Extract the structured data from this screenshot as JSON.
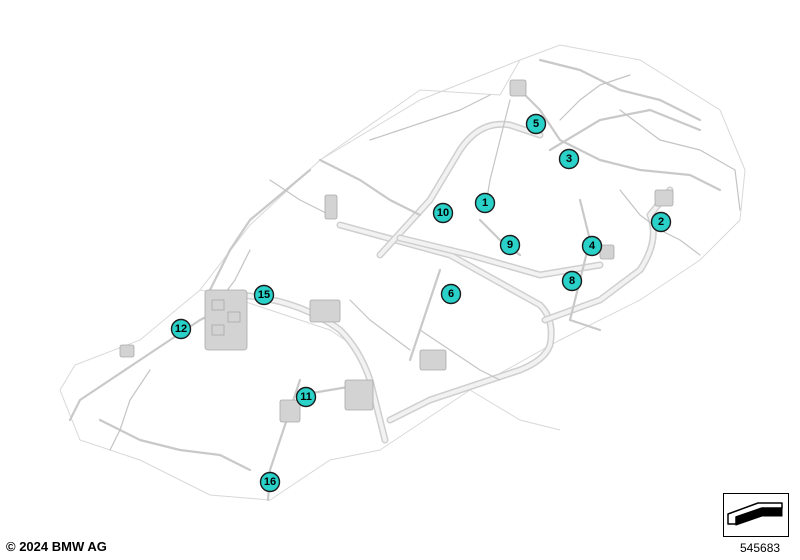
{
  "callouts": [
    {
      "label": "1"
    },
    {
      "label": "2"
    },
    {
      "label": "3"
    },
    {
      "label": "4"
    },
    {
      "label": "5"
    },
    {
      "label": "6"
    },
    {
      "label": "8"
    },
    {
      "label": "9"
    },
    {
      "label": "10"
    },
    {
      "label": "11"
    },
    {
      "label": "12"
    },
    {
      "label": "15"
    },
    {
      "label": "16"
    }
  ],
  "footer": {
    "copyright": "© 2024 BMW AG",
    "figure_number": "545683"
  },
  "colors": {
    "callout_fill": "#29d1c8",
    "wiring": "#c9c9c9"
  }
}
